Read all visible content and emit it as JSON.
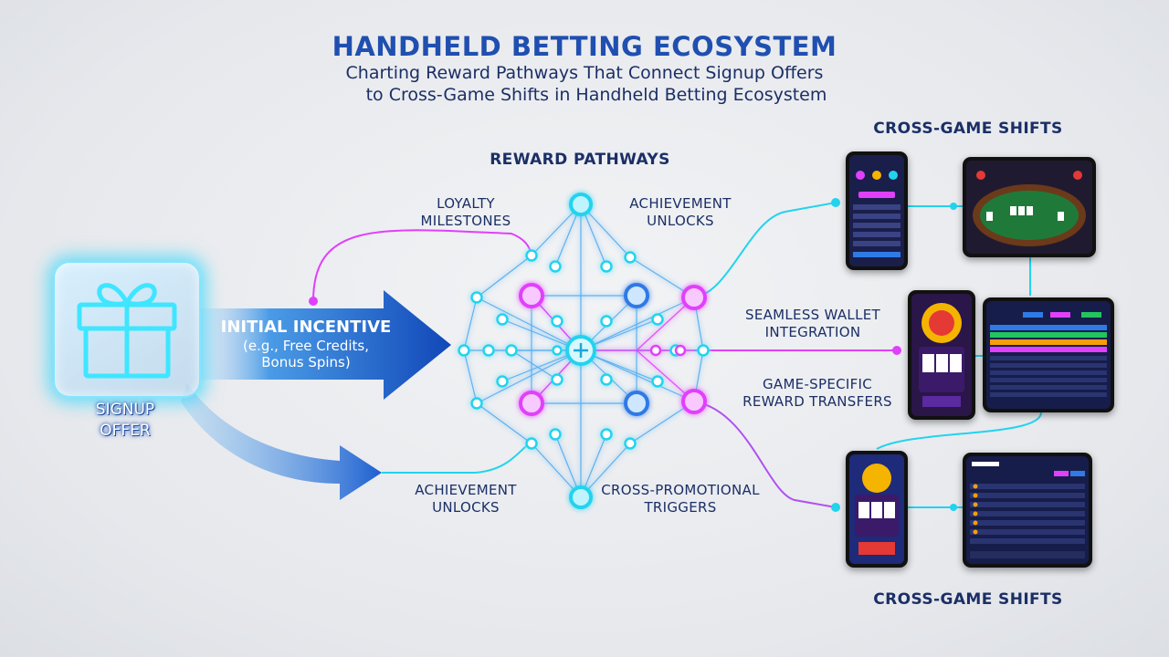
{
  "header": {
    "title": "HANDHELD BETTING ECOSYSTEM",
    "subtitle_line1": "Charting Reward Pathways That Connect Signup Offers",
    "subtitle_line2": "to Cross-Game Shifts in Handheld Betting Ecosystem"
  },
  "signup": {
    "label_line1": "SIGNUP",
    "label_line2": "OFFER",
    "icon": "gift-icon"
  },
  "incentive": {
    "title": "INITIAL INCENTIVE",
    "detail_line1": "(e.g., Free Credits,",
    "detail_line2": "Bonus Spins)"
  },
  "pathways": {
    "title": "REWARD PATHWAYS",
    "loyalty_line1": "LOYALTY",
    "loyalty_line2": "MILESTONES",
    "achievement_top_line1": "ACHIEVEMENT",
    "achievement_top_line2": "UNLOCKS",
    "achievement_bottom_line1": "ACHIEVEMENT",
    "achievement_bottom_line2": "UNLOCKS",
    "cross_promo_line1": "CROSS-PROMOTIONAL",
    "cross_promo_line2": "TRIGGERS",
    "wallet_line1": "SEAMLESS WALLET",
    "wallet_line2": "INTEGRATION",
    "transfers_line1": "GAME-SPECIFIC",
    "transfers_line2": "REWARD TRANSFERS"
  },
  "shifts": {
    "top_title": "CROSS-GAME SHIFTS",
    "bottom_title": "CROSS-GAME SHIFTS"
  },
  "colors": {
    "title_blue": "#1f4fb0",
    "text_navy": "#1b2f66",
    "cyan": "#22d3ee",
    "magenta": "#e040fb",
    "blue": "#2f7ae5"
  }
}
